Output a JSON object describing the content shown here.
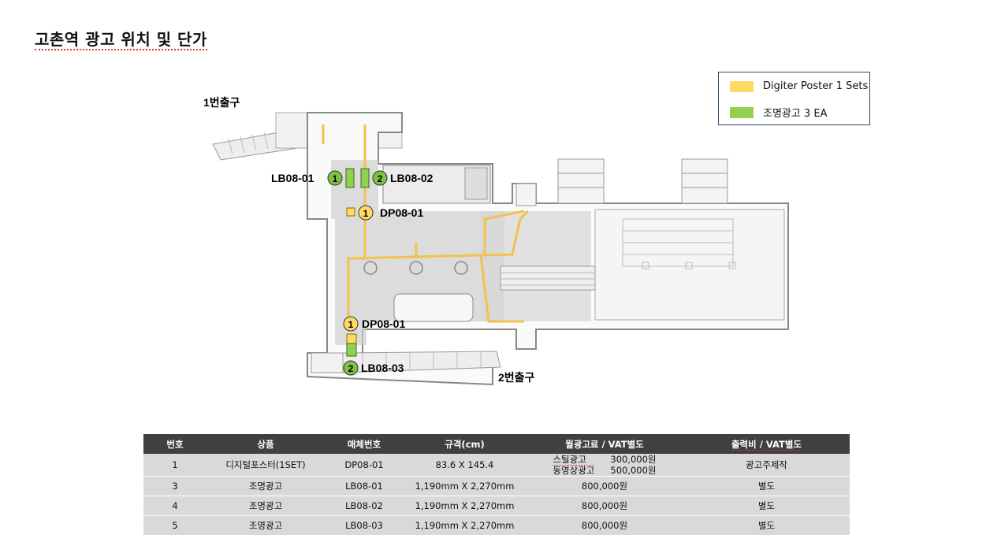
{
  "title": "고촌역 광고 위치 및 단가",
  "legend": [
    {
      "label": "Digiter Poster 1 Sets",
      "color": "#ffd966"
    },
    {
      "label": "조명광고 3 EA",
      "color": "#92d050"
    }
  ],
  "map": {
    "exit1": "1번출구",
    "exit2": "2번출구",
    "labels": {
      "lb0801": "LB08-01",
      "lb0802": "LB08-02",
      "dp0801_top": "DP08-01",
      "dp0801_bottom": "DP08-01",
      "lb0803": "LB08-03"
    },
    "badges": {
      "one": "1",
      "two": "2"
    }
  },
  "table": {
    "headers": [
      "번호",
      "상품",
      "매체번호",
      "규격(cm)",
      "월광고료 / VAT별도",
      "출력비 / VAT별도"
    ],
    "rows": [
      {
        "no": "1",
        "product": "디지털포스터(1SET)",
        "code": "DP08-01",
        "size": "83.6 X 145.4",
        "price_a_label": "스틸광고",
        "price_a": "300,000원",
        "price_b_label": "동영상광고",
        "price_b": "500,000원",
        "output": "광고주제작"
      },
      {
        "no": "3",
        "product": "조명광고",
        "code": "LB08-01",
        "size": "1,190mm X 2,270mm",
        "price": "800,000원",
        "output": "별도"
      },
      {
        "no": "4",
        "product": "조명광고",
        "code": "LB08-02",
        "size": "1,190mm X 2,270mm",
        "price": "800,000원",
        "output": "별도"
      },
      {
        "no": "5",
        "product": "조명광고",
        "code": "LB08-03",
        "size": "1,190mm X 2,270mm",
        "price": "800,000원",
        "output": "별도"
      }
    ]
  }
}
